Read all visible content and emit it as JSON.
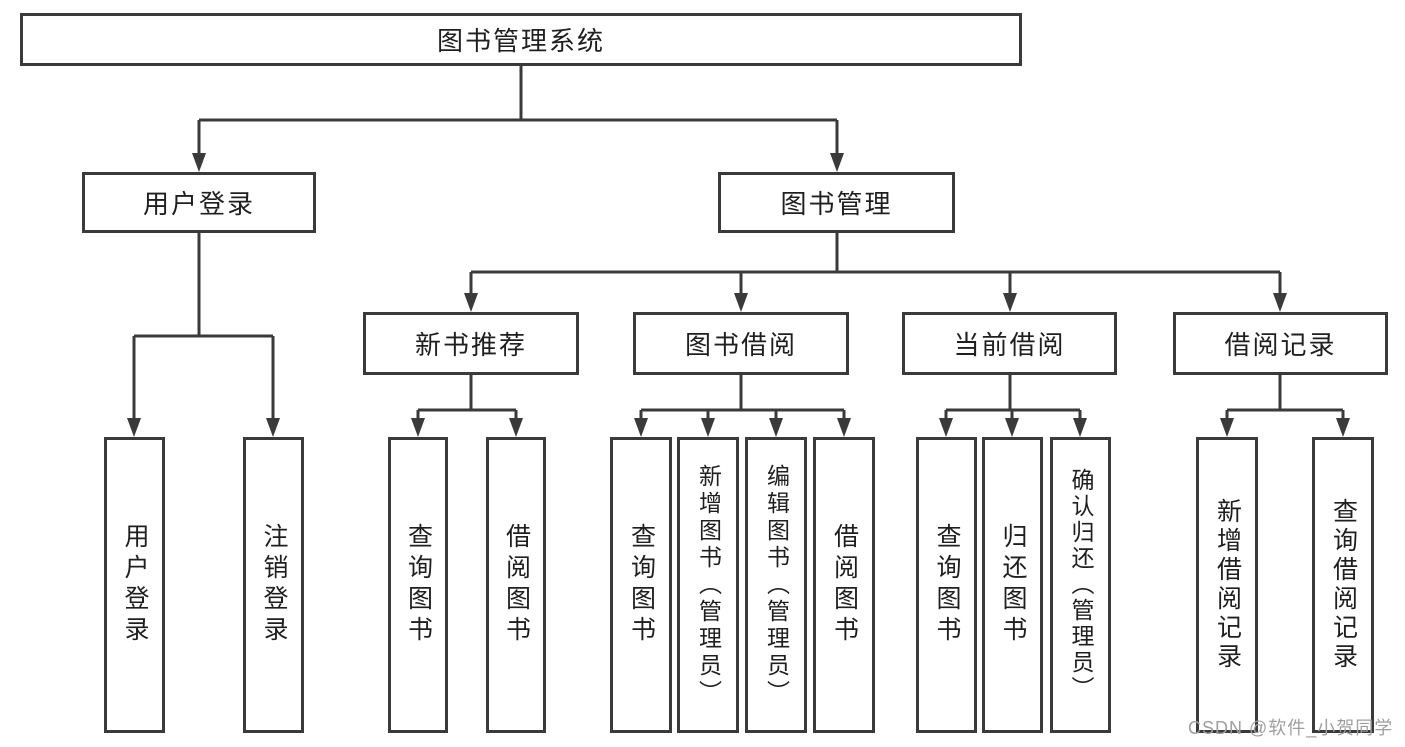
{
  "diagram": {
    "root": {
      "label": "图书管理系统"
    },
    "level2": [
      {
        "label": "用户登录"
      },
      {
        "label": "图书管理"
      }
    ],
    "level3": [
      {
        "label": "新书推荐"
      },
      {
        "label": "图书借阅"
      },
      {
        "label": "当前借阅"
      },
      {
        "label": "借阅记录"
      }
    ],
    "leaves": {
      "user_login": [
        {
          "label": "用户登录"
        },
        {
          "label": "注销登录"
        }
      ],
      "new_rec": [
        {
          "label": "查询图书"
        },
        {
          "label": "借阅图书"
        }
      ],
      "borrow": [
        {
          "label": "查询图书"
        },
        {
          "label": "新增图书（管理员）"
        },
        {
          "label": "编辑图书（管理员）"
        },
        {
          "label": "借阅图书"
        }
      ],
      "current": [
        {
          "label": "查询图书"
        },
        {
          "label": "归还图书"
        },
        {
          "label": "确认归还（管理员）"
        }
      ],
      "records": [
        {
          "label": "新增借阅记录"
        },
        {
          "label": "查询借阅记录"
        }
      ]
    },
    "watermark": "CSDN @软件_小贺同学",
    "colors": {
      "line": "#3a3a3a",
      "box_border": "#3a3a3a",
      "text": "#1f1f1f",
      "watermark": "#9f9f9f",
      "background": "#ffffff"
    }
  }
}
